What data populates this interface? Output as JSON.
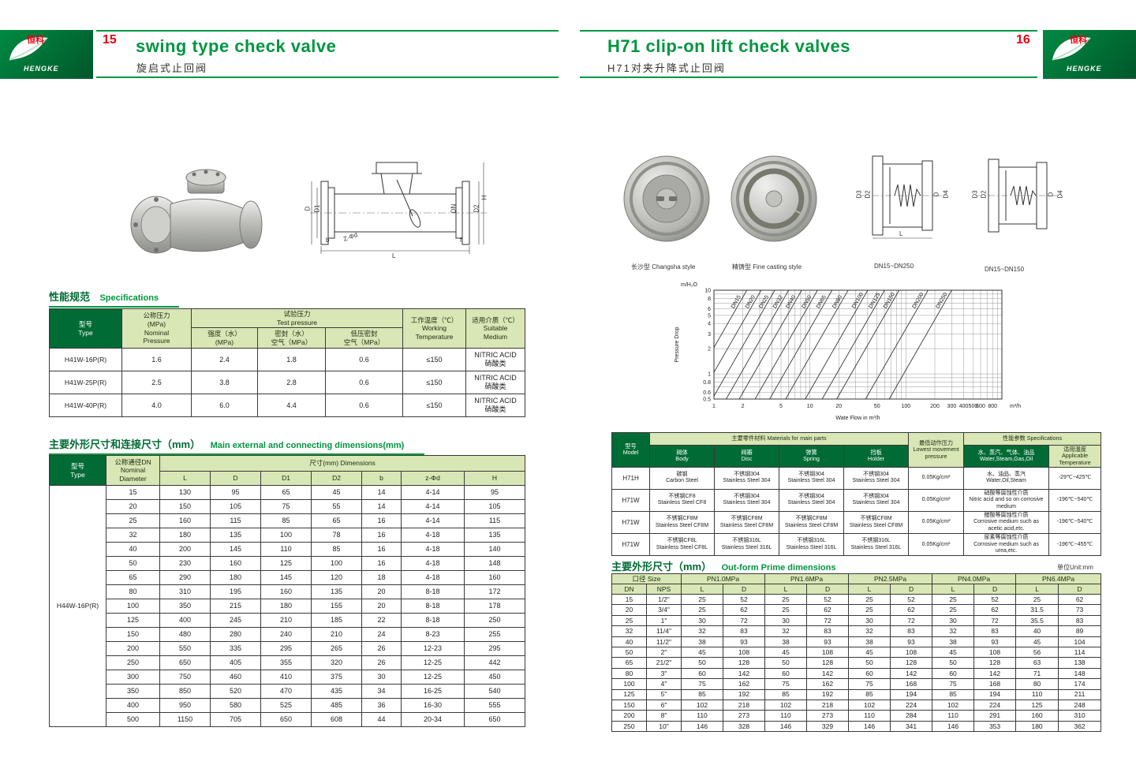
{
  "palette": {
    "green": "#009640",
    "dark_green": "#006b35",
    "light_green": "#d9e6b5",
    "red": "#e60012"
  },
  "brand": {
    "cn": "恒科",
    "en": "HENGKE"
  },
  "left_page": {
    "page_number": "15",
    "title_en": "swing type check valve",
    "title_cn": "旋启式止回阀",
    "spec_heading": {
      "cn": "性能规范",
      "en": "Specifications"
    },
    "spec_table": {
      "h_type": "型号\nType",
      "h_nominal": "公称压力\n(MPa)\nNominal\nPressure",
      "h_test": "试验压力\nTest pressure",
      "h_strength": "强度（水）\n(MPa)",
      "h_seal": "密封（水）\n空气（MPa）",
      "h_lowseal": "低压密封\n空气（MPa）",
      "h_working": "工作温度（℃）\nWorking\nTemperature",
      "h_medium": "适用介质（℃）\nSuitable\nMedium",
      "rows": [
        [
          "H41W-16P(R)",
          "1.6",
          "2.4",
          "1.8",
          "0.6",
          "≤150",
          "NITRIC ACID\n硝酸类"
        ],
        [
          "H41W-25P(R)",
          "2.5",
          "3.8",
          "2.8",
          "0.6",
          "≤150",
          "NITRIC ACID\n硝酸类"
        ],
        [
          "H41W-40P(R)",
          "4.0",
          "6.0",
          "4.4",
          "0.6",
          "≤150",
          "NITRIC ACID\n硝酸类"
        ]
      ]
    },
    "dim_heading": {
      "cn": "主要外形尺寸和连接尺寸（mm）",
      "en": "Main external and connecting dimensions(mm)"
    },
    "dim_table": {
      "h_type": "型号\nType",
      "h_dn": "公称通径DN\nNominal\nDiameter",
      "h_dims": "尺寸(mm) Dimensions",
      "cols": [
        "L",
        "D",
        "D1",
        "D2",
        "b",
        "z-Φd",
        "H"
      ],
      "model": "H44W-16P(R)",
      "rows": [
        [
          "15",
          "130",
          "95",
          "65",
          "45",
          "14",
          "4-14",
          "95"
        ],
        [
          "20",
          "150",
          "105",
          "75",
          "55",
          "14",
          "4-14",
          "105"
        ],
        [
          "25",
          "160",
          "115",
          "85",
          "65",
          "16",
          "4-14",
          "115"
        ],
        [
          "32",
          "180",
          "135",
          "100",
          "78",
          "16",
          "4-18",
          "135"
        ],
        [
          "40",
          "200",
          "145",
          "110",
          "85",
          "16",
          "4-18",
          "140"
        ],
        [
          "50",
          "230",
          "160",
          "125",
          "100",
          "16",
          "4-18",
          "148"
        ],
        [
          "65",
          "290",
          "180",
          "145",
          "120",
          "18",
          "4-18",
          "160"
        ],
        [
          "80",
          "310",
          "195",
          "160",
          "135",
          "20",
          "8-18",
          "172"
        ],
        [
          "100",
          "350",
          "215",
          "180",
          "155",
          "20",
          "8-18",
          "178"
        ],
        [
          "125",
          "400",
          "245",
          "210",
          "185",
          "22",
          "8-18",
          "250"
        ],
        [
          "150",
          "480",
          "280",
          "240",
          "210",
          "24",
          "8-23",
          "255"
        ],
        [
          "200",
          "550",
          "335",
          "295",
          "265",
          "26",
          "12-23",
          "295"
        ],
        [
          "250",
          "650",
          "405",
          "355",
          "320",
          "26",
          "12-25",
          "442"
        ],
        [
          "300",
          "750",
          "460",
          "410",
          "375",
          "30",
          "12-25",
          "450"
        ],
        [
          "350",
          "850",
          "520",
          "470",
          "435",
          "34",
          "16-25",
          "540"
        ],
        [
          "400",
          "950",
          "580",
          "525",
          "485",
          "36",
          "16-30",
          "555"
        ],
        [
          "500",
          "1150",
          "705",
          "650",
          "608",
          "44",
          "20-34",
          "650"
        ]
      ]
    },
    "drawing_labels": [
      "D",
      "D1",
      "DN",
      "D2",
      "H",
      "L",
      "b",
      "f",
      "Z-Φd"
    ]
  },
  "right_page": {
    "page_number": "16",
    "title_en": "H71 clip-on lift check valves",
    "title_cn": "H71对夹升降式止回阀",
    "photo1_caption": "长沙型 Changsha style",
    "photo2_caption": "精铸型 Fine casting style",
    "drawing1_caption": "DN15~DN250",
    "drawing2_caption": "DN15~DN150",
    "drawing_labels": [
      "D3",
      "D2",
      "D",
      "D4",
      "L"
    ],
    "chart_data": {
      "type": "line",
      "title": "",
      "ylabel": "Pressure Drop",
      "y_unit_label": "m/H₂O",
      "xlabel": "Wate Flow in m³/h",
      "x_unit_label": "m³/h",
      "x_scale": "log",
      "y_scale": "log",
      "xlim": [
        1,
        1000
      ],
      "ylim": [
        0.5,
        10
      ],
      "x_ticks": [
        1,
        2,
        5,
        10,
        20,
        50,
        100,
        200,
        300,
        400,
        500,
        600,
        800
      ],
      "y_ticks": [
        10,
        8,
        6,
        5,
        4,
        3,
        2,
        1,
        0.8,
        0.6,
        0.5
      ],
      "grid": true,
      "loglog_slope": 2,
      "series": [
        {
          "name": "DN15",
          "x_at_ymax": 2.2
        },
        {
          "name": "DN20",
          "x_at_ymax": 3.1
        },
        {
          "name": "DN25",
          "x_at_ymax": 4.3
        },
        {
          "name": "DN32",
          "x_at_ymax": 6.0
        },
        {
          "name": "DN40",
          "x_at_ymax": 8.2
        },
        {
          "name": "DN50",
          "x_at_ymax": 12
        },
        {
          "name": "DN65",
          "x_at_ymax": 17
        },
        {
          "name": "DN80",
          "x_at_ymax": 25
        },
        {
          "name": "DN100",
          "x_at_ymax": 40
        },
        {
          "name": "DN125",
          "x_at_ymax": 60
        },
        {
          "name": "DN150",
          "x_at_ymax": 85
        },
        {
          "name": "DN200",
          "x_at_ymax": 170
        },
        {
          "name": "DN250",
          "x_at_ymax": 300
        }
      ]
    },
    "materials_table": {
      "h_model": "型号\nModel",
      "h_materials": "主要零件材料 Materials for main parts",
      "h_body": "阀体\nBody",
      "h_disc": "阀瓣\nDisc",
      "h_spring": "弹簧\nSpring",
      "h_holder": "挡板\nHolder",
      "h_pressure": "最低动作压力\nLowest movement\npressure",
      "h_specs": "性能参数 Specifications",
      "h_media": "水、蒸汽、气体、油品\nWater,Steam,Gas,Oil",
      "h_temp": "适用温度\nApplicable\nTemperature",
      "rows": [
        [
          "H71H",
          "碳钢\nCarbon Steel",
          "不锈钢304\nStainless Steel 304",
          "不锈钢304\nStainless Steel 304",
          "不锈钢304\nStainless Steel 304",
          "0.05Kg/cm²",
          "水、油品、蒸汽\nWater,Oil,Steam",
          "-29℃~425℃"
        ],
        [
          "H71W",
          "不锈钢CF8\nStainless Steel CF8",
          "不锈钢304\nStainless Steel 304",
          "不锈钢304\nStainless Steel 304",
          "不锈钢304\nStainless Steel 304",
          "0.05Kg/cm²",
          "硝酸等腐蚀性介质\nNitric acid and so on corrosive medium",
          "-196℃~540℃"
        ],
        [
          "H71W",
          "不锈钢CF8M\nStainless Steel CF8M",
          "不锈钢CF8M\nStainless Steel CF8M",
          "不锈钢CF8M\nStainless Steel CF8M",
          "不锈钢CF8M\nStainless Steel CF8M",
          "0.05Kg/cm²",
          "醋酸等腐蚀性介质\nCorrosive medium such as acetic acid,etc.",
          "-196℃~540℃"
        ],
        [
          "H71W",
          "不锈钢CF8L\nStainless Steel CF8L",
          "不锈钢316L\nStainless Steel 316L",
          "不锈钢316L\nStainless Steel 316L",
          "不锈钢316L\nStainless Steel 316L",
          "0.05Kg/cm²",
          "尿素等腐蚀性介质\nCorrosive medium such as urea,etc.",
          "-196℃~455℃"
        ]
      ]
    },
    "outform_heading": {
      "cn": "主要外形尺寸（mm）",
      "en": "Out-form Prime dimensions",
      "unit": "单位Unit:mm"
    },
    "outform_table": {
      "h_size": "口径 Size",
      "h_pn": [
        "PN1.0MPa",
        "PN1.6MPa",
        "PN2.5MPa",
        "PN4.0MPa",
        "PN6.4MPa"
      ],
      "h_sub": [
        "DN",
        "NPS",
        "L",
        "D",
        "L",
        "D",
        "L",
        "D",
        "L",
        "D",
        "L",
        "D"
      ],
      "rows": [
        [
          "15",
          "1/2\"",
          "25",
          "52",
          "25",
          "52",
          "25",
          "52",
          "25",
          "52",
          "25",
          "62"
        ],
        [
          "20",
          "3/4\"",
          "25",
          "62",
          "25",
          "62",
          "25",
          "62",
          "25",
          "62",
          "31.5",
          "73"
        ],
        [
          "25",
          "1\"",
          "30",
          "72",
          "30",
          "72",
          "30",
          "72",
          "30",
          "72",
          "35.5",
          "83"
        ],
        [
          "32",
          "11/4\"",
          "32",
          "83",
          "32",
          "83",
          "32",
          "83",
          "32",
          "83",
          "40",
          "89"
        ],
        [
          "40",
          "11/2\"",
          "38",
          "93",
          "38",
          "93",
          "38",
          "93",
          "38",
          "93",
          "45",
          "104"
        ],
        [
          "50",
          "2\"",
          "45",
          "108",
          "45",
          "108",
          "45",
          "108",
          "45",
          "108",
          "56",
          "114"
        ],
        [
          "65",
          "21/2\"",
          "50",
          "128",
          "50",
          "128",
          "50",
          "128",
          "50",
          "128",
          "63",
          "138"
        ],
        [
          "80",
          "3\"",
          "60",
          "142",
          "60",
          "142",
          "60",
          "142",
          "60",
          "142",
          "71",
          "148"
        ],
        [
          "100",
          "4\"",
          "75",
          "162",
          "75",
          "162",
          "75",
          "168",
          "75",
          "168",
          "80",
          "174"
        ],
        [
          "125",
          "5\"",
          "85",
          "192",
          "85",
          "192",
          "85",
          "194",
          "85",
          "194",
          "110",
          "211"
        ],
        [
          "150",
          "6\"",
          "102",
          "218",
          "102",
          "218",
          "102",
          "224",
          "102",
          "224",
          "125",
          "248"
        ],
        [
          "200",
          "8\"",
          "110",
          "273",
          "110",
          "273",
          "110",
          "284",
          "110",
          "291",
          "160",
          "310"
        ],
        [
          "250",
          "10\"",
          "146",
          "328",
          "146",
          "329",
          "146",
          "341",
          "146",
          "353",
          "180",
          "362"
        ]
      ]
    }
  }
}
